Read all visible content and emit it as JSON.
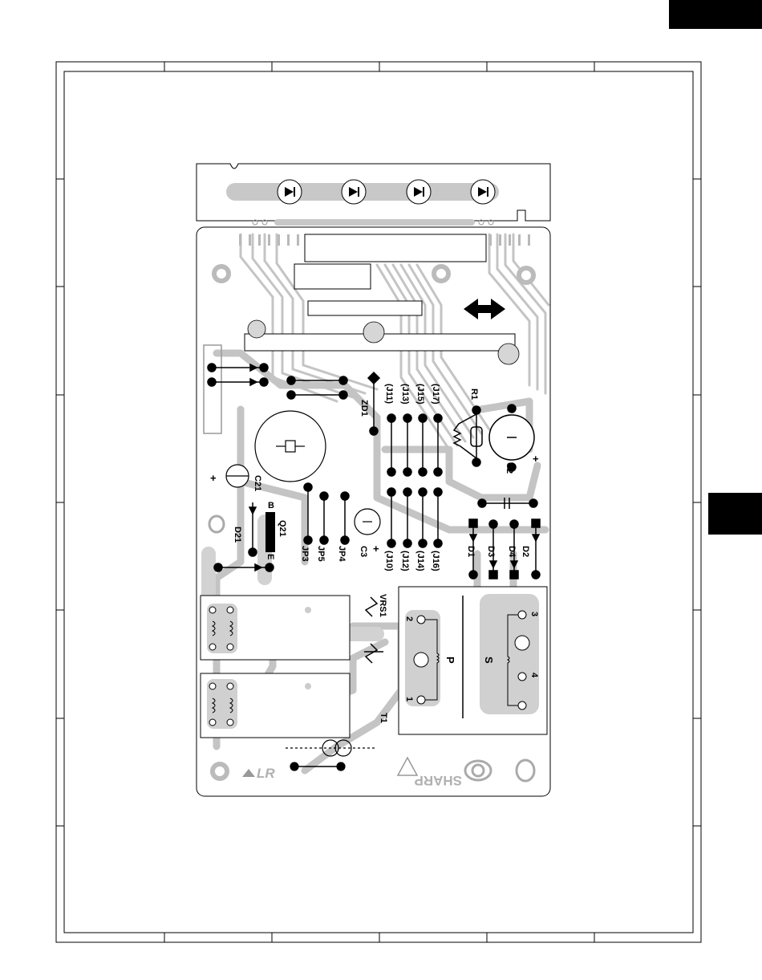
{
  "pcb": {
    "brand": "SHARP",
    "brand_mark": "LR",
    "components": {
      "zd1": "ZD1",
      "r1": "R1",
      "c2": "C2",
      "c21": "C21",
      "c3": "C3",
      "d21": "D21",
      "q21": "Q21",
      "q21_b": "B",
      "q21_e": "E",
      "jp3": "JP3",
      "jp5": "JP5",
      "jp4": "JP4",
      "vrs1": "VRS1",
      "t1": "T1",
      "t1_p": "P",
      "t1_s": "S",
      "d1": "D1",
      "d3": "D3",
      "d4": "D4",
      "d2": "D2"
    },
    "jumpers_top": [
      "(J11)",
      "(J13)",
      "(J15)",
      "(J17)"
    ],
    "jumpers_bottom": [
      "(J10)",
      "(J12)",
      "(J14)",
      "(J16)"
    ],
    "pins": {
      "p1": "1",
      "p2": "2",
      "p3": "3",
      "p4": "4"
    },
    "plus": "+"
  }
}
